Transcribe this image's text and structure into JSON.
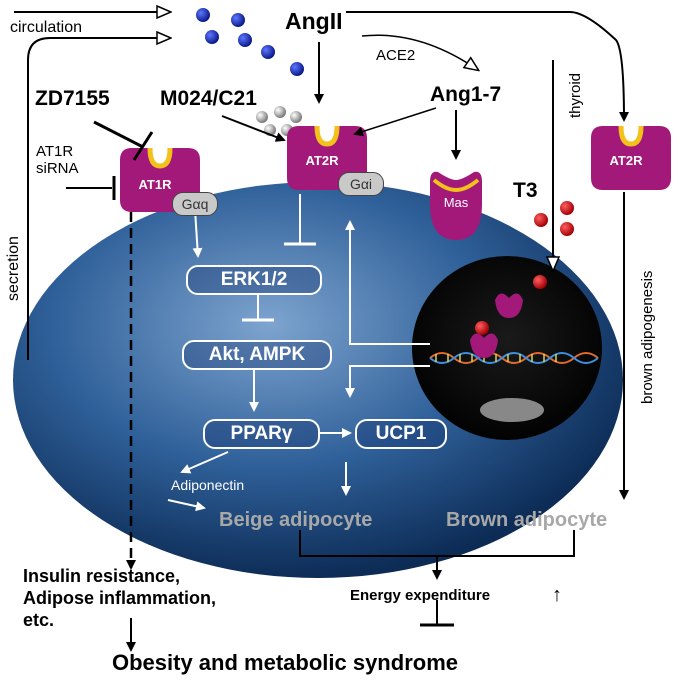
{
  "labels": {
    "circulation": "circulation",
    "secretion": "secretion",
    "angii": "AngII",
    "ace2": "ACE2",
    "ang17": "Ang1-7",
    "zd7155": "ZD7155",
    "m024c21": "M024/C21",
    "at1r_sirna": [
      "AT1R",
      "siRNA"
    ],
    "thyroid": "thyroid",
    "t3": "T3",
    "brown_adipogenesis": "brown adipogenesis",
    "adiponectin": "Adiponectin",
    "beige_adipocyte": "Beige adipocyte",
    "brown_adipocyte": "Brown adipocyte",
    "outcomes": [
      "Insulin resistance,",
      "Adipose inflammation,",
      "etc."
    ],
    "energy_expenditure": "Energy expenditure",
    "up_arrow": "↑",
    "obesity": "Obesity and metabolic syndrome"
  },
  "receptors": {
    "at1r": "AT1R",
    "at2r": "AT2R",
    "at2r_right": "AT2R",
    "mas": "Mas",
    "gaq": "Gαq",
    "gai": "Gαi"
  },
  "pathway": {
    "erk": "ERK1/2",
    "akt": "Akt, AMPK",
    "ppar": "PPARγ",
    "ucp1": "UCP1"
  },
  "colors": {
    "cell_blue": "#2c5f9e",
    "receptor_purple": "#a3197a",
    "receptor_yellow": "#f2c21b",
    "nucleus": "#050505",
    "angii_dots": "#1a2fb0",
    "t3_dots": "#d8141c",
    "label_gray": "#a8a8a8"
  }
}
